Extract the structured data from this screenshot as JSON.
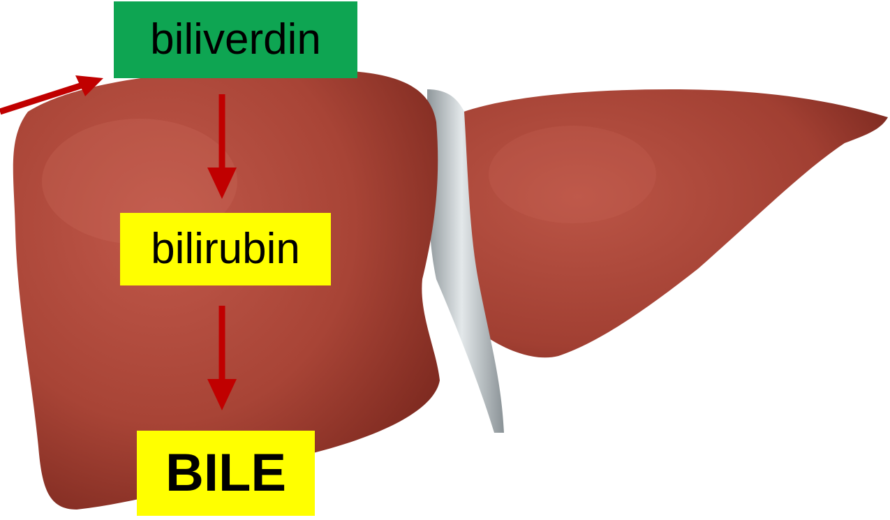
{
  "labels": {
    "step1": "biliverdin",
    "step2": "bilirubin",
    "step3": "BILE"
  },
  "colors": {
    "biliverdin_box": "#0ea552",
    "bilirubin_box": "#ffff00",
    "bile_box": "#ffff00",
    "arrow": "#c00000",
    "liver": "#a84436",
    "ligament": "#b9c2c6",
    "background": "#ffffff"
  }
}
